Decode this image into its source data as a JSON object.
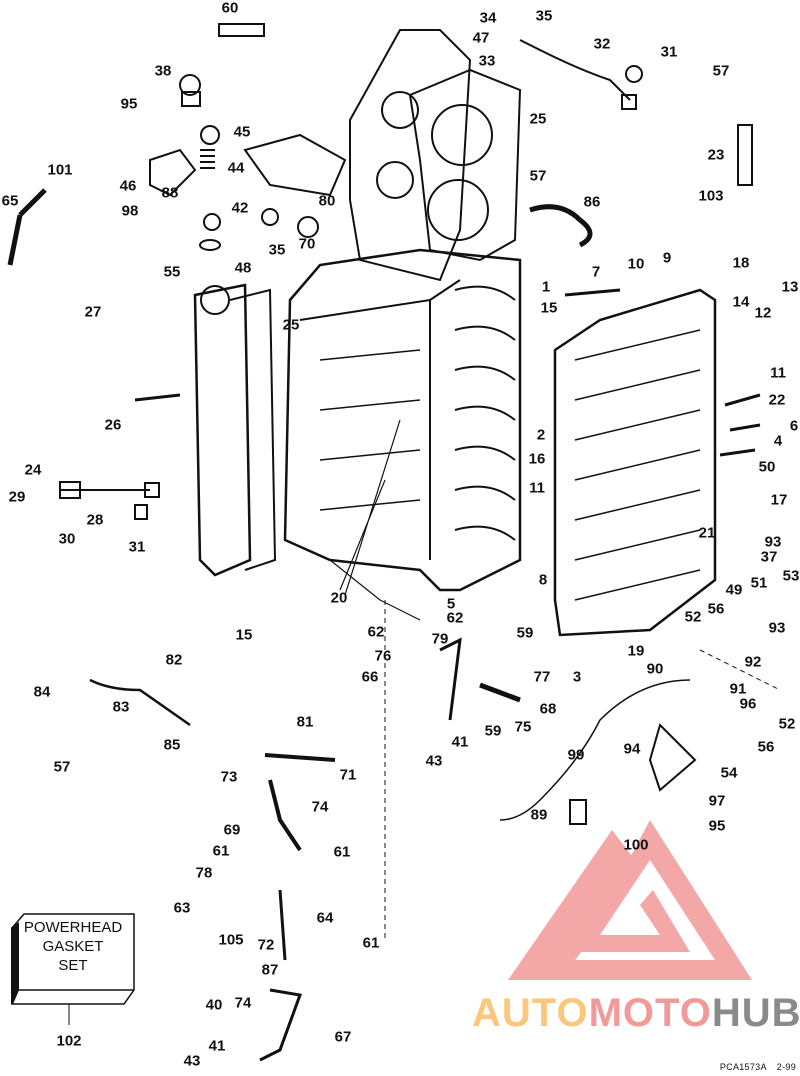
{
  "diagram": {
    "title": "Powerhead exploded parts view",
    "part_labels": [
      "60",
      "34",
      "35",
      "47",
      "33",
      "32",
      "31",
      "57",
      "38",
      "95",
      "25",
      "45",
      "44",
      "101",
      "46",
      "88",
      "80",
      "65",
      "57",
      "86",
      "23",
      "103",
      "42",
      "35",
      "70",
      "98",
      "55",
      "48",
      "27",
      "25",
      "15",
      "7",
      "10",
      "9",
      "18",
      "14",
      "12",
      "13",
      "1",
      "11",
      "22",
      "6",
      "4",
      "2",
      "16",
      "50",
      "17",
      "26",
      "24",
      "29",
      "28",
      "30",
      "31",
      "11",
      "21",
      "93",
      "37",
      "53",
      "51",
      "49",
      "56",
      "52",
      "8",
      "20",
      "5",
      "15",
      "62",
      "79",
      "62",
      "59",
      "76",
      "19",
      "93",
      "92",
      "90",
      "3",
      "77",
      "66",
      "91",
      "68",
      "75",
      "59",
      "41",
      "43",
      "96",
      "52",
      "56",
      "94",
      "54",
      "97",
      "99",
      "95",
      "89",
      "100",
      "84",
      "82",
      "83",
      "85",
      "57",
      "81",
      "73",
      "71",
      "74",
      "69",
      "61",
      "61",
      "78",
      "63",
      "105",
      "72",
      "64",
      "61",
      "87",
      "40",
      "74",
      "67",
      "41",
      "43",
      "102"
    ],
    "gasket_box": {
      "lines": [
        "POWERHEAD",
        "GASKET",
        "SET"
      ]
    },
    "figure_code": "PCA1573A",
    "figure_date": "2-99"
  },
  "watermark": {
    "part1": "AUTO",
    "part2": "MOTO",
    "part3": "HUB",
    "colors": {
      "auto": "#fcc77a",
      "moto": "#f29a9a",
      "hub": "#8a8a8a",
      "logo": "#f4a3a3"
    }
  }
}
